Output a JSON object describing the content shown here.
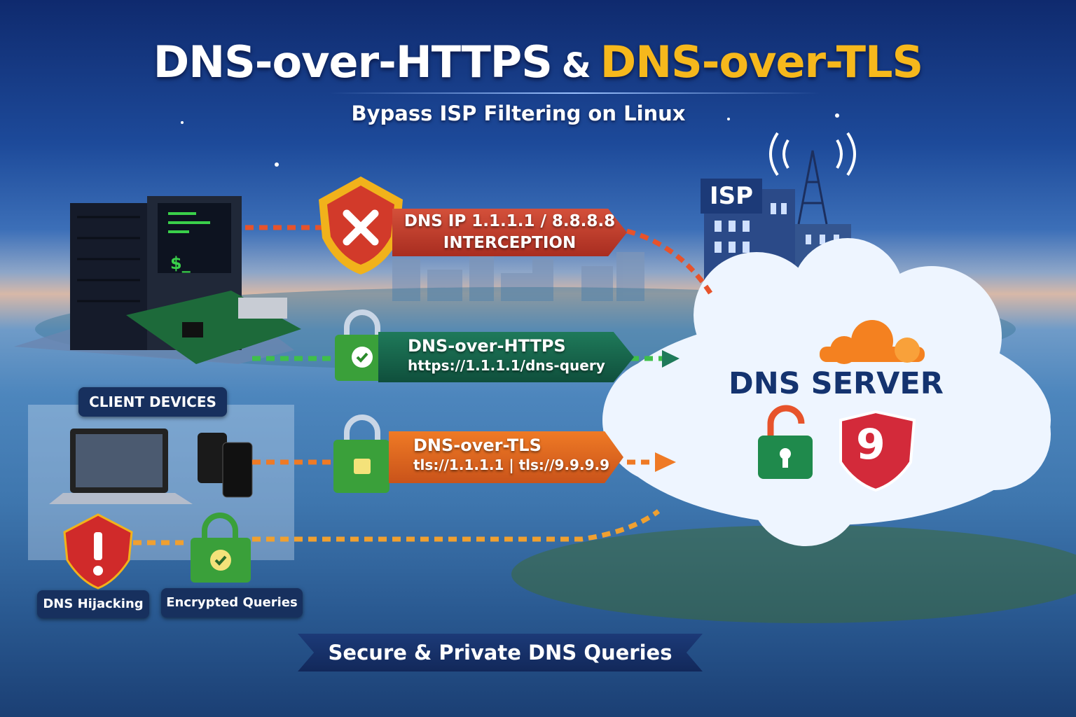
{
  "title": {
    "part1": "DNS-over-HTTPS",
    "amp": "&",
    "part2": "DNS-over-TLS"
  },
  "subtitle": "Bypass ISP Filtering on Linux",
  "interception": {
    "line1": "DNS IP 1.1.1.1 / 8.8.8.8",
    "line2": "INTERCEPTION"
  },
  "doh": {
    "title": "DNS-over-HTTPS",
    "url": "https://1.1.1.1/dns-query"
  },
  "dot": {
    "title": "DNS-over-TLS",
    "url": "tls://1.1.1.1 | tls://9.9.9.9"
  },
  "client_devices": "CLIENT DEVICES",
  "server_prompt": "$_",
  "isp": "ISP",
  "dns_server": "DNS SERVER",
  "quad9_glyph": "9",
  "legend": {
    "hijacking": "DNS Hijacking",
    "encrypted": "Encrypted Queries"
  },
  "footer": "Secure & Private DNS Queries",
  "colors": {
    "gold": "#f6b81c",
    "red": "#c23a2a",
    "green": "#1f7a5a",
    "orange": "#ef7a25",
    "navy": "#14336f"
  }
}
